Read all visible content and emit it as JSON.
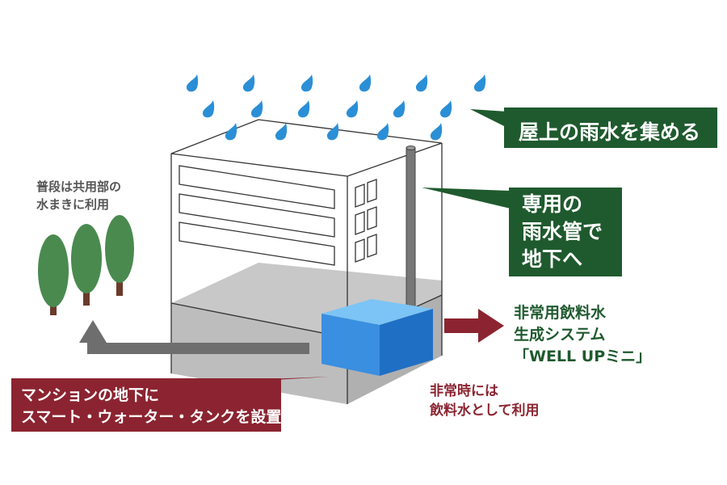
{
  "labels": {
    "roof": "屋上の雨水を集める",
    "pipe_lines": [
      "専用の",
      "雨水管で",
      "地下へ"
    ],
    "common_use_lines": [
      "普段は共用部の",
      "水まきに利用"
    ],
    "tank_lines": [
      "マンションの地下に",
      "スマート・ウォーター・タンクを設置"
    ],
    "system_lines": [
      "非常用飲料水",
      "生成システム",
      "「WELL UPミニ」"
    ],
    "emergency_lines": [
      "非常時には",
      "飲料水として利用"
    ]
  },
  "colors": {
    "green": "#1f5a2e",
    "red": "#8b2430",
    "rain": "#2a8fd6",
    "tank": "#3a8fe0",
    "ground": "#c8c8c8",
    "tree": "#4a8a4f",
    "trunk": "#6b3a2a",
    "arrow_gray": "#6e6e6e"
  },
  "icons": [
    "raindrop-icon",
    "tree-icon",
    "water-tank-icon",
    "building-icon"
  ]
}
